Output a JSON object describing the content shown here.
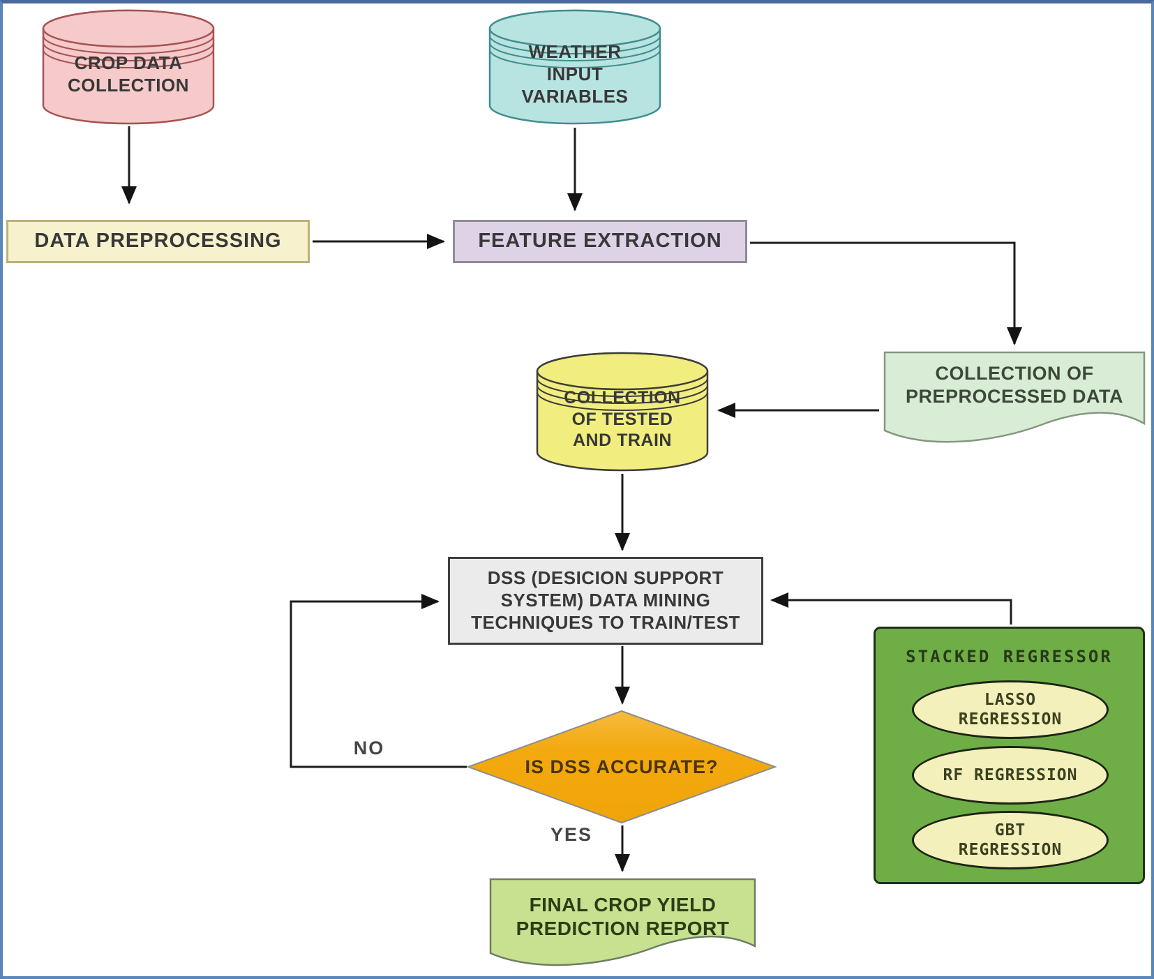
{
  "diagram": {
    "title_hint": "Crop yield prediction DSS flowchart",
    "colors": {
      "page_border": "#5b86ba",
      "crop_cylinder_fill": "#f6caca",
      "crop_cylinder_stroke": "#a65353",
      "weather_cylinder_fill": "#b7e4e1",
      "weather_cylinder_stroke": "#418d8d",
      "preprocessing_fill": "#f7f2cd",
      "feature_extraction_fill": "#ded2e6",
      "preprocessed_doc_fill": "#d9ecd5",
      "tested_cylinder_fill": "#f1ee7f",
      "dss_fill": "#ebebeb",
      "decision_fill": "#f3a90f",
      "final_doc_fill": "#c7e190",
      "stacked_panel_fill": "#6fae47",
      "regression_ellipse_fill": "#f4f0bc",
      "arrow_color": "#1c1c1c"
    }
  },
  "nodes": {
    "crop_data_collection": {
      "shape": "cylinder",
      "label": "CROP DATA\nCOLLECTION"
    },
    "weather_input_variables": {
      "shape": "cylinder",
      "label": "WEATHER\nINPUT\nVARIABLES"
    },
    "data_preprocessing": {
      "shape": "rectangle",
      "label": "DATA PREPROCESSING"
    },
    "feature_extraction": {
      "shape": "rectangle",
      "label": "FEATURE EXTRACTION"
    },
    "collection_of_preprocessed_data": {
      "shape": "document",
      "label": "COLLECTION OF\nPREPROCESSED DATA"
    },
    "collection_of_tested_and_train": {
      "shape": "cylinder",
      "label": "COLLECTION\nOF TESTED\nAND TRAIN"
    },
    "dss_box": {
      "shape": "rectangle",
      "label": "DSS (DESICION SUPPORT\nSYSTEM) DATA MINING\nTECHNIQUES TO TRAIN/TEST"
    },
    "decision": {
      "shape": "diamond",
      "label": "IS DSS ACCURATE?"
    },
    "final_report": {
      "shape": "document",
      "label": "FINAL CROP YIELD\nPREDICTION REPORT"
    },
    "stacked_regressor": {
      "shape": "panel",
      "title": "STACKED REGRESSOR",
      "items": [
        {
          "label": "LASSO\nREGRESSION"
        },
        {
          "label": "RF REGRESSION"
        },
        {
          "label": "GBT\nREGRESSION"
        }
      ]
    }
  },
  "edge_labels": {
    "no": "NO",
    "yes": "YES"
  }
}
